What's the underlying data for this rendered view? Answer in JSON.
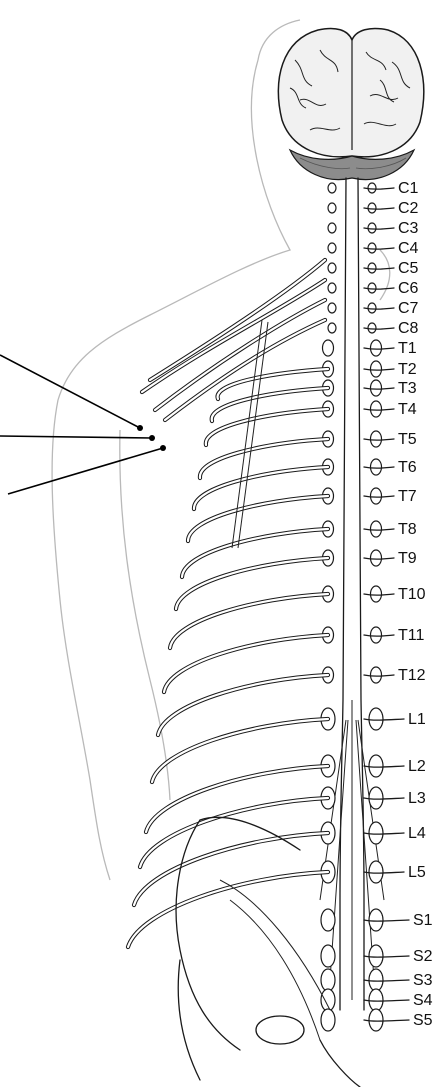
{
  "vertebral_labels": {
    "cervical": [
      "C1",
      "C2",
      "C3",
      "C4",
      "C5",
      "C6",
      "C7",
      "C8"
    ],
    "thoracic": [
      "T1",
      "T2",
      "T3",
      "T4",
      "T5",
      "T6",
      "T7",
      "T8",
      "T9",
      "T10",
      "T11",
      "T12"
    ],
    "lumbar": [
      "L1",
      "L2",
      "L3",
      "L4",
      "L5"
    ],
    "sacral": [
      "S1",
      "S2",
      "S3",
      "S4",
      "S5"
    ]
  },
  "leader_lines": 3,
  "colors": {
    "ink": "#1a1a1a",
    "body_outline": "#b9b9b9",
    "brain_fill": "#f1f1f1",
    "cerebellum_fill": "#8c8c8c"
  }
}
